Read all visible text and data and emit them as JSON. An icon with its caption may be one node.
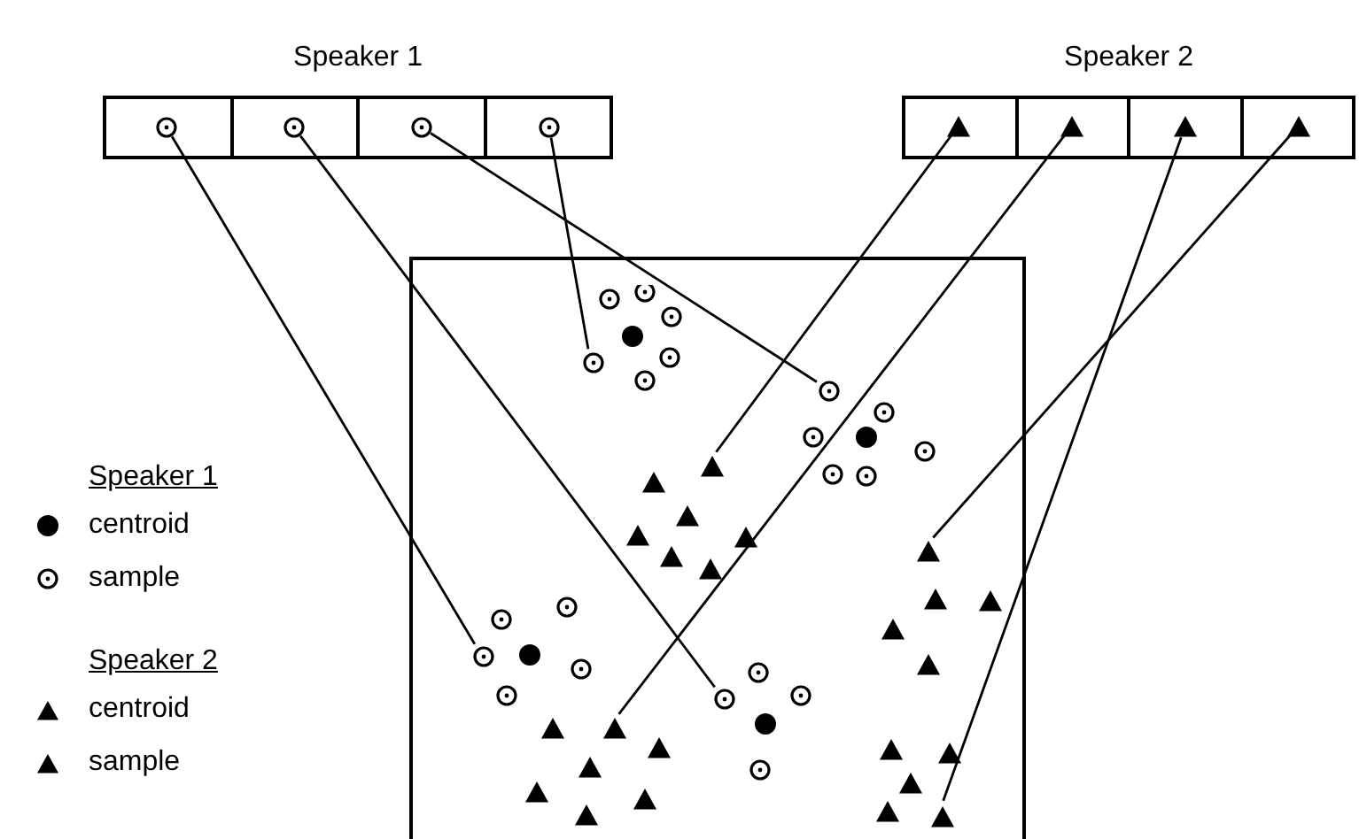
{
  "diagram": {
    "nodes": [
      {
        "text": [
          "Speaker 1"
        ]
      },
      {
        "text": [],
        "shape": "circle",
        "in": 0
      },
      {
        "text": [],
        "shape": "circle",
        "in": 0
      },
      {
        "text": [],
        "shape": "circle",
        "in": 0
      },
      {
        "text": [],
        "shape": "circle",
        "in": 0
      },
      {
        "text": [
          "Speaker 2"
        ]
      },
      {
        "text": [],
        "shape": "triangle",
        "in": 5
      },
      {
        "text": [],
        "shape": "triangle",
        "in": 5
      },
      {
        "text": [],
        "shape": "triangle",
        "in": 5
      },
      {
        "text": [],
        "shape": "triangle",
        "in": 5
      },
      {
        "text": [],
        "shape": "box"
      },
      {
        "text": [],
        "shape": "circle",
        "in": 10
      },
      {
        "text": [],
        "shape": "circle",
        "in": 10
      },
      {
        "text": [],
        "shape": "circle",
        "in": 10
      },
      {
        "text": [],
        "shape": "circle",
        "in": 10
      },
      {
        "text": [],
        "shape": "triangle",
        "in": 10
      },
      {
        "text": [],
        "shape": "triangle",
        "in": 10
      },
      {
        "text": [],
        "shape": "triangle",
        "in": 10
      },
      {
        "text": [],
        "shape": "triangle",
        "in": 10
      }
    ],
    "edges": [
      {
        "from": 1,
        "to": 13,
        "arrow": "none"
      },
      {
        "from": 2,
        "to": 14,
        "arrow": "none"
      },
      {
        "from": 3,
        "to": 12,
        "arrow": "none"
      },
      {
        "from": 4,
        "to": 11,
        "arrow": "none"
      },
      {
        "from": 6,
        "to": 15,
        "arrow": "none"
      },
      {
        "from": 7,
        "to": 16,
        "arrow": "none"
      },
      {
        "from": 8,
        "to": 18,
        "arrow": "none"
      },
      {
        "from": 9,
        "to": 17,
        "arrow": "none"
      }
    ],
    "labels": [
      "Speaker 1",
      "Speaker 2"
    ],
    "legend": [
      {
        "text": "centroid"
      },
      {
        "text": "sample"
      },
      {
        "text": "centroid"
      },
      {
        "text": "sample"
      }
    ]
  }
}
